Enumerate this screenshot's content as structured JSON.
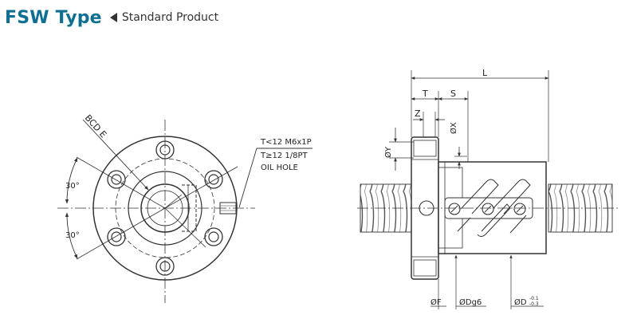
{
  "header": {
    "title": "FSW Type",
    "subtitle": "Standard Product"
  },
  "front_view": {
    "bcd_label": "BCD E",
    "angle_top": "30°",
    "angle_bottom": "30°",
    "oil_hole_line1": "T<12 M6x1P",
    "oil_hole_line2": "T≥12 1/8PT",
    "oil_hole_line3": "OIL HOLE"
  },
  "side_view": {
    "dim_L": "L",
    "dim_T": "T",
    "dim_S": "S",
    "dim_Z": "Z",
    "dim_X": "ØX",
    "dim_Y": "ØY",
    "dim_F": "ØF",
    "dim_Dg6": "ØDg6",
    "dim_D": "ØD",
    "dim_D_tol_upper": "-0.1",
    "dim_D_tol_lower": "-0.3"
  },
  "colors": {
    "accent": "#0f6f93",
    "line": "#333333"
  }
}
